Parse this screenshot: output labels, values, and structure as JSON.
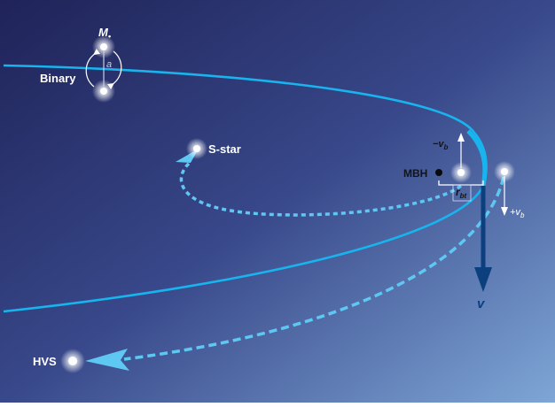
{
  "labels": {
    "mass": "M",
    "mass_sub": "•",
    "separation": "a",
    "binary": "Binary",
    "s_star": "S-star",
    "mbh": "MBH",
    "neg_vb_sign": "−v",
    "neg_vb_sub": "b",
    "pos_vb_sign": "+v",
    "pos_vb_sub": "b",
    "rbt": "r",
    "rbt_sub": "bt",
    "v": "v",
    "hvs": "HVS"
  },
  "colors": {
    "bg_dark": "#232a62",
    "bg_mid": "#3a4c8c",
    "bg_light": "#7aa2d4",
    "orbit": "#19b3ee",
    "dashed": "#5fc8f2",
    "arrow_v": "#0a3d7a",
    "star": "#ffffff",
    "bh": "#0a0a0a"
  }
}
